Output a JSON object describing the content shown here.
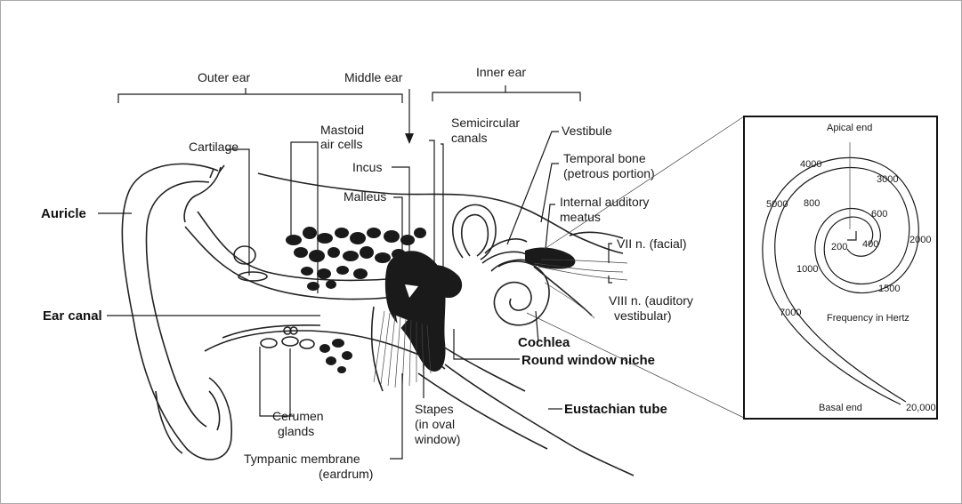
{
  "regions": {
    "outer": "Outer ear",
    "middle": "Middle ear",
    "inner": "Inner ear"
  },
  "labels": {
    "cartilage": "Cartilage",
    "mastoid1": "Mastoid",
    "mastoid2": "air cells",
    "incus": "Incus",
    "malleus": "Malleus",
    "semicircular1": "Semicircular",
    "semicircular2": "canals",
    "vestibule": "Vestibule",
    "temporal1": "Temporal bone",
    "temporal2": "(petrous portion)",
    "internal1": "Internal auditory",
    "internal2": "meatus",
    "nerve7": "VII n. (facial)",
    "nerve8a": "VIII n. (auditory",
    "nerve8b": "vestibular)",
    "auricle": "Auricle",
    "earcanal": "Ear canal",
    "cochlea": "Cochlea",
    "roundwindow": "Round window niche",
    "eustachian": "Eustachian tube",
    "cerumen1": "Cerumen",
    "cerumen2": "glands",
    "stapes1": "Stapes",
    "stapes2": "(in oval",
    "stapes3": "window)",
    "tympanic1": "Tympanic membrane",
    "tympanic2": "(eardrum)"
  },
  "inset": {
    "apical": "Apical end",
    "basal": "Basal end",
    "caption": "Frequency in Hertz",
    "frequencies": [
      "4000",
      "3000",
      "5000",
      "800",
      "600",
      "2000",
      "200",
      "400",
      "1000",
      "1500",
      "7000",
      "20,000"
    ]
  }
}
